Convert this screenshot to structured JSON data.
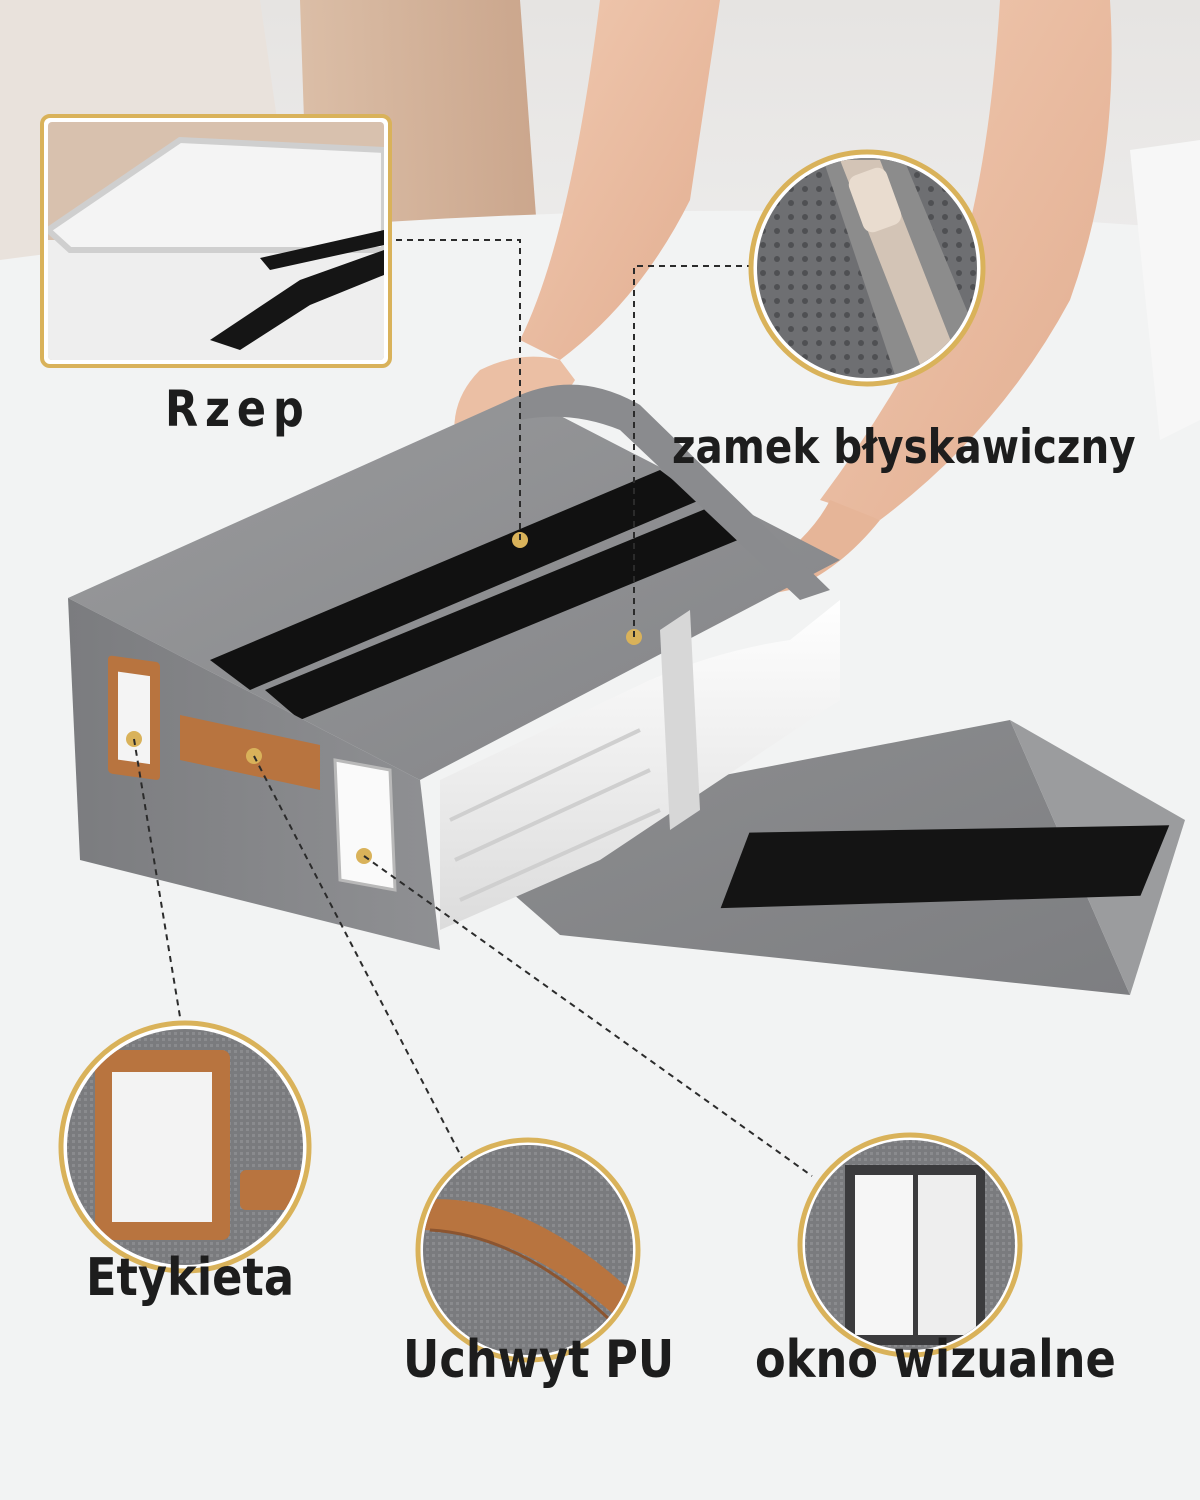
{
  "labels": {
    "velcro": "Rzep",
    "zipper": "zamek błyskawiczny",
    "label_holder": "Etykieta",
    "handle": "Uchwyt PU",
    "window": "okno wizualne"
  },
  "colors": {
    "accent_gold": "#d9b25a",
    "box_gray": "#8e8f91",
    "velcro_black": "#141414",
    "leather_brown": "#b8743f",
    "text_dark": "#1d1d1d"
  }
}
